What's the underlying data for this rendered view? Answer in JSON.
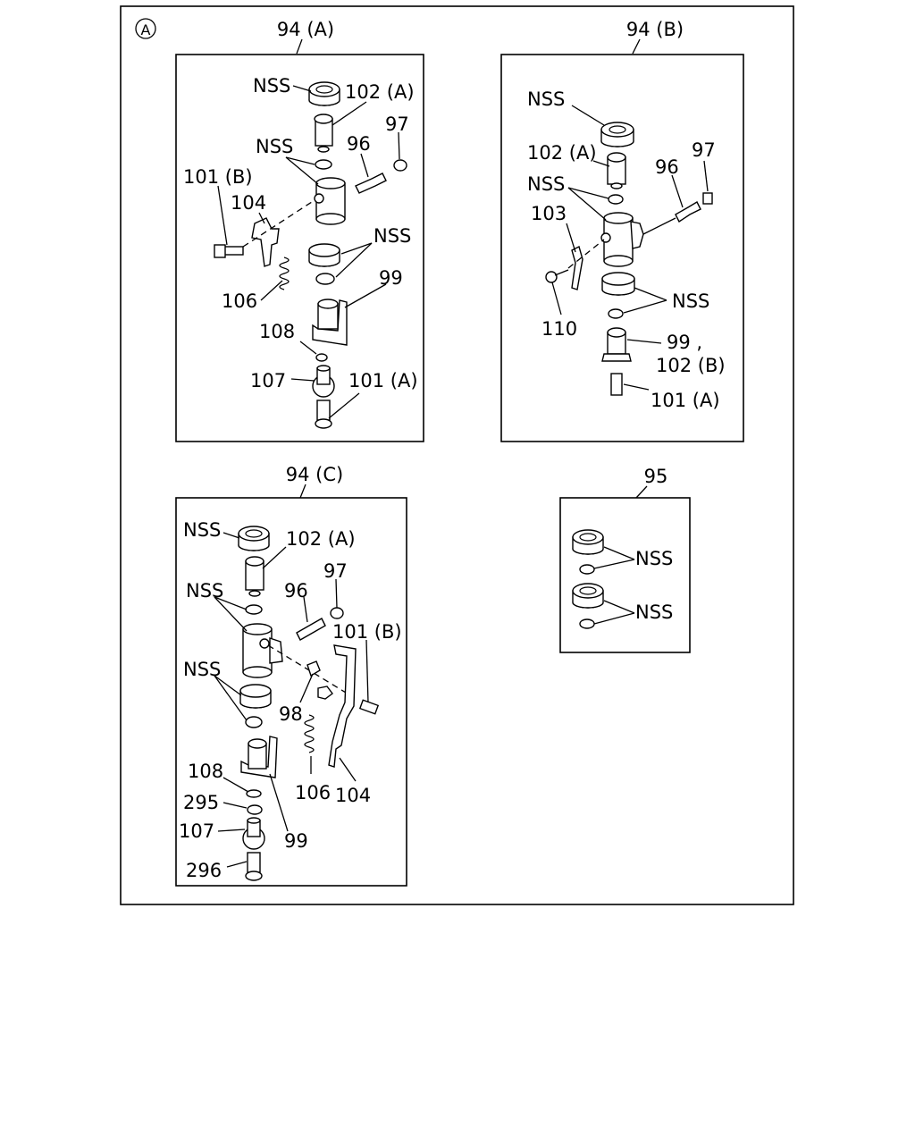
{
  "diagram": {
    "view_marker": "A",
    "panels": {
      "a": {
        "title": "94 (A)",
        "labels": {
          "nss_top": "NSS",
          "p102a": "102 (A)",
          "p97": "97",
          "nss_mid": "NSS",
          "p96": "96",
          "p101b": "101 (B)",
          "p104": "104",
          "nss_low": "NSS",
          "p106": "106",
          "p99": "99",
          "p108": "108",
          "p107": "107",
          "p101a": "101 (A)"
        }
      },
      "b": {
        "title": "94 (B)",
        "labels": {
          "nss_top": "NSS",
          "p97": "97",
          "p102a": "102 (A)",
          "p96": "96",
          "nss_mid": "NSS",
          "p103": "103",
          "nss_low": "NSS",
          "p110": "110",
          "p99": "99 ,",
          "p102b": "102 (B)",
          "p101a": "101 (A)"
        }
      },
      "c": {
        "title": "94 (C)",
        "labels": {
          "nss_top": "NSS",
          "p102a": "102 (A)",
          "p97": "97",
          "nss_mid": "NSS",
          "p96": "96",
          "p101b": "101 (B)",
          "nss_low": "NSS",
          "p98": "98",
          "p106": "106",
          "p104": "104",
          "p108": "108",
          "p295": "295",
          "p99": "99",
          "p107": "107",
          "p296": "296"
        }
      },
      "d": {
        "title": "95",
        "labels": {
          "nss_1": "NSS",
          "nss_2": "NSS"
        }
      }
    }
  }
}
